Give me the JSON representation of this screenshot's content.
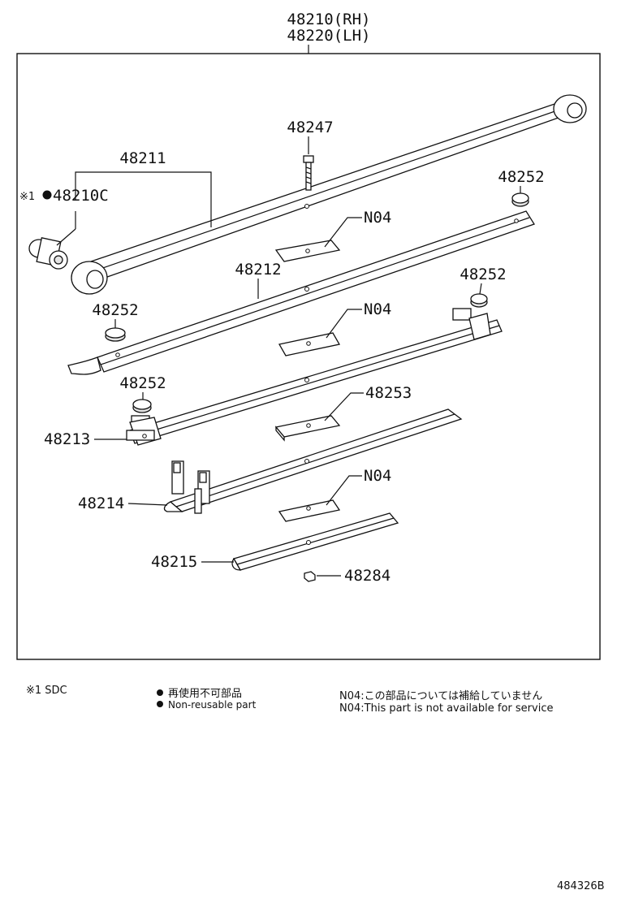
{
  "assembly": {
    "rh_code": "48210(RH)",
    "lh_code": "48220(LH)"
  },
  "callouts": {
    "bolt": "48247",
    "leaf_1": "48211",
    "bushing_prefix": "※1",
    "bushing": "48210C",
    "pad_top_right": "48252",
    "n04_a": "N04",
    "leaf_2": "48212",
    "pad_left": "48252",
    "n04_b": "N04",
    "pad_mid_right": "48252",
    "pad_lower_left": "48252",
    "spacer": "48253",
    "leaf_3": "48213",
    "n04_c": "N04",
    "leaf_4": "48214",
    "leaf_5": "48215",
    "nut": "48284"
  },
  "footnotes": {
    "sdc": "※1 SDC",
    "nonreusable_jp": "再使用不可部品",
    "nonreusable_en": "Non-reusable part",
    "n04_jp": "N04:この部品については補給していません",
    "n04_en": "N04:This part is not available for service"
  },
  "figure_id": "484326B"
}
